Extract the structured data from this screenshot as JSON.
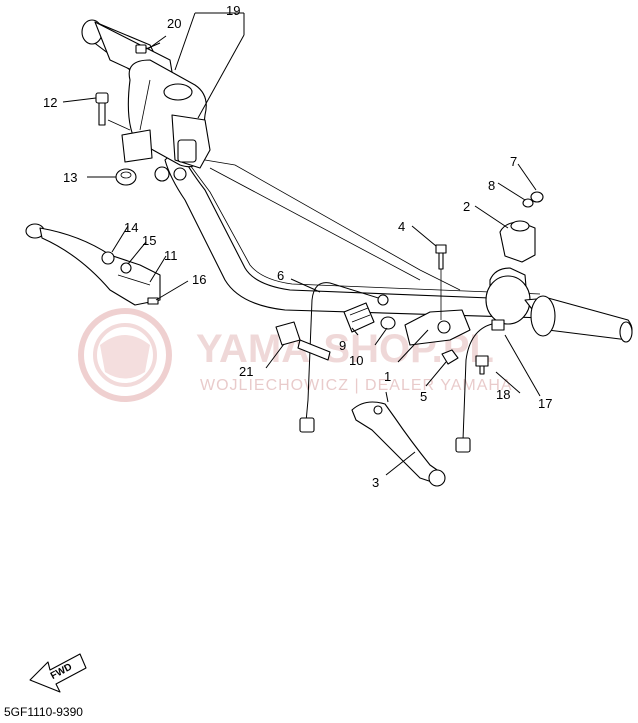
{
  "watermark": {
    "brand": "YAMA-SHOP.PL",
    "tagline": "WOJLIECHOWICZ | DEALER YAMAHA",
    "color": "#e0a8a8"
  },
  "callouts": [
    "1",
    "2",
    "3",
    "4",
    "5",
    "6",
    "7",
    "8",
    "9",
    "10",
    "11",
    "12",
    "13",
    "14",
    "15",
    "16",
    "17",
    "18",
    "19",
    "20",
    "21"
  ],
  "fwd_label": "FWD",
  "diagram_code": "5GF1110-9390"
}
